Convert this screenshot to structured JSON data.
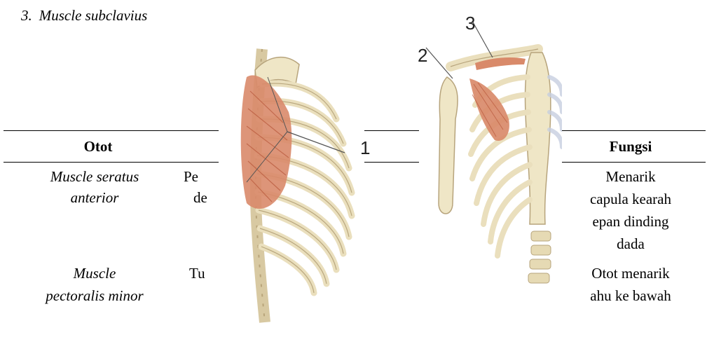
{
  "heading": {
    "number": "3.",
    "title": "Muscle subclavius"
  },
  "table": {
    "headers": {
      "muscle": "Otot",
      "function": "Fungsi"
    },
    "rows": [
      {
        "muscle_lines": [
          "Muscle seratus",
          "anterior"
        ],
        "origin_fragment_lines": [
          "Pe",
          "de"
        ],
        "function_lines": [
          "Menarik",
          "capula kearah",
          "epan dinding",
          "dada"
        ]
      },
      {
        "muscle_lines": [
          "Muscle",
          "pectoralis minor"
        ],
        "origin_fragment_lines": [
          "Tu"
        ],
        "function_lines": [
          "Otot menarik",
          "ahu ke bawah"
        ]
      }
    ]
  },
  "figures": {
    "left": {
      "label": "1"
    },
    "right": {
      "labels": [
        "2",
        "3"
      ]
    }
  }
}
